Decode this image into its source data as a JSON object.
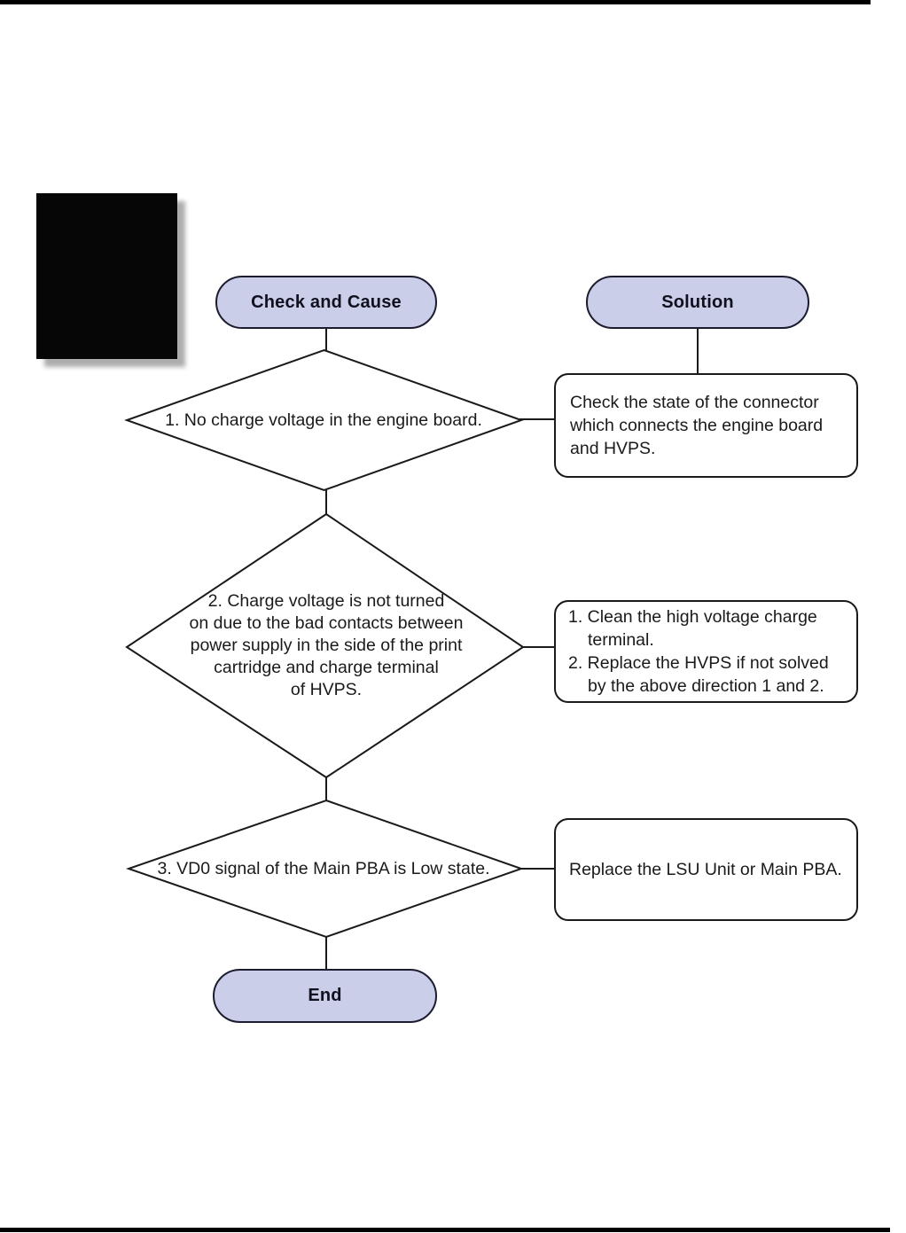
{
  "colors": {
    "pill_fill": "#cbcee8",
    "pill_border": "#1c1c30",
    "shape_border": "#1a1a1a",
    "page_bar": "#000000",
    "text": "#1a1a1a"
  },
  "headers": {
    "check_and_cause": "Check and Cause",
    "solution": "Solution",
    "end": "End"
  },
  "steps": [
    {
      "check": "1. No charge voltage in the engine board.",
      "solution_lines": [
        "Check the state of the connector",
        "which connects the engine board",
        "and HVPS."
      ]
    },
    {
      "check_lines": [
        "2. Charge voltage is not turned",
        "on due to the bad contacts between",
        "power supply in the side of the print",
        "cartridge and charge terminal",
        "of HVPS."
      ],
      "solution_lines": [
        "1. Clean the high voltage charge",
        "terminal.",
        "2. Replace the HVPS if not solved",
        "by the above direction 1 and 2."
      ]
    },
    {
      "check": "3. VD0 signal of the Main PBA is Low state.",
      "solution_lines": [
        "Replace the LSU Unit or Main PBA."
      ]
    }
  ]
}
